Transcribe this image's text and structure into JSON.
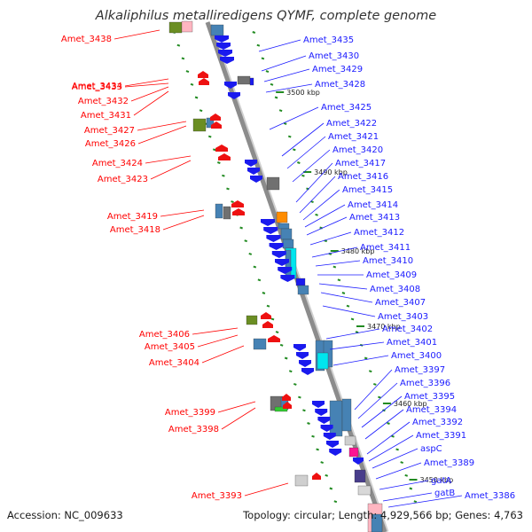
{
  "title": "Alkaliphilus metalliredigens QYMF, complete genome",
  "footer": {
    "accession": "Accession: NC_009633",
    "topology": "Topology: circular; Length: 4,929,566 bp; Genes: 4,763"
  },
  "colors": {
    "left_label": "#ff0000",
    "right_label": "#1a1aff",
    "backbone": "#8c8c8c",
    "tick": "#228b22",
    "gene_blue": "#1a1aee",
    "gene_red": "#ee1111",
    "gene_olive": "#6b8e23",
    "gene_gray": "#707070",
    "gene_cyan": "#00e5ee",
    "gene_steel": "#4682b4",
    "gene_orange": "#ff8c00",
    "gene_pink": "#ffb6c1",
    "gene_magenta": "#ff1493",
    "gene_green": "#32cd32",
    "gene_purple": "#483d8b"
  },
  "scale_ticks": [
    "3500 kbp",
    "3490 kbp",
    "3480 kbp",
    "3470 kbp",
    "3460 kbp",
    "3450 kbp"
  ],
  "left_labels": [
    "Amet_3438",
    "Amet_3434",
    "Amet_3433",
    "Amet_3432",
    "Amet_3431",
    "Amet_3427",
    "Amet_3426",
    "Amet_3424",
    "Amet_3423",
    "Amet_3419",
    "Amet_3418",
    "Amet_3406",
    "Amet_3405",
    "Amet_3404",
    "Amet_3399",
    "Amet_3398",
    "Amet_3393"
  ],
  "right_labels": [
    "Amet_3435",
    "Amet_3430",
    "Amet_3429",
    "Amet_3428",
    "Amet_3425",
    "Amet_3422",
    "Amet_3421",
    "Amet_3420",
    "Amet_3417",
    "Amet_3416",
    "Amet_3415",
    "Amet_3414",
    "Amet_3413",
    "Amet_3412",
    "Amet_3411",
    "Amet_3410",
    "Amet_3409",
    "Amet_3408",
    "Amet_3407",
    "Amet_3403",
    "Amet_3402",
    "Amet_3401",
    "Amet_3400",
    "Amet_3397",
    "Amet_3396",
    "Amet_3395",
    "Amet_3394",
    "Amet_3392",
    "Amet_3391",
    "aspC",
    "Amet_3389",
    "gatA",
    "gatB",
    "Amet_3386"
  ]
}
